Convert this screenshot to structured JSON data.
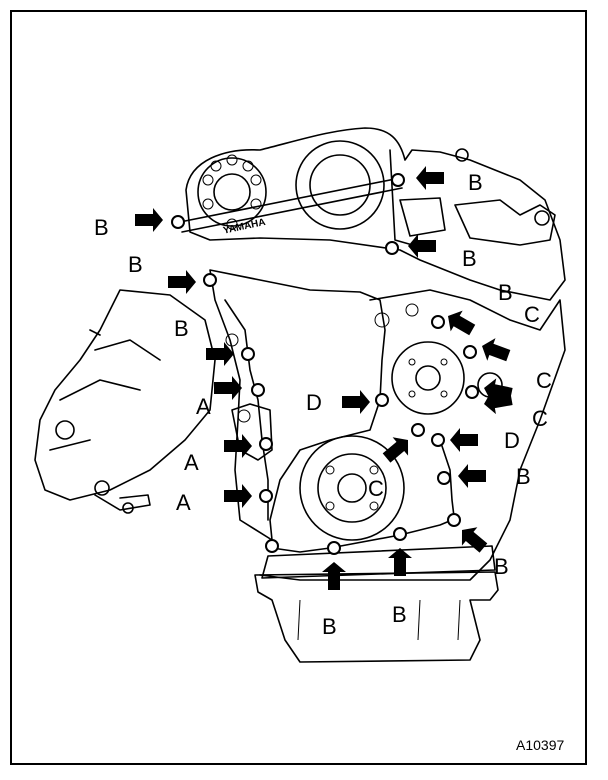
{
  "figure_id": "A10397",
  "cover_brand": "YAMAHA",
  "labels": {
    "a": "A",
    "b": "B",
    "c": "C",
    "d": "D"
  },
  "colors": {
    "ink": "#000000",
    "paper": "#ffffff"
  }
}
